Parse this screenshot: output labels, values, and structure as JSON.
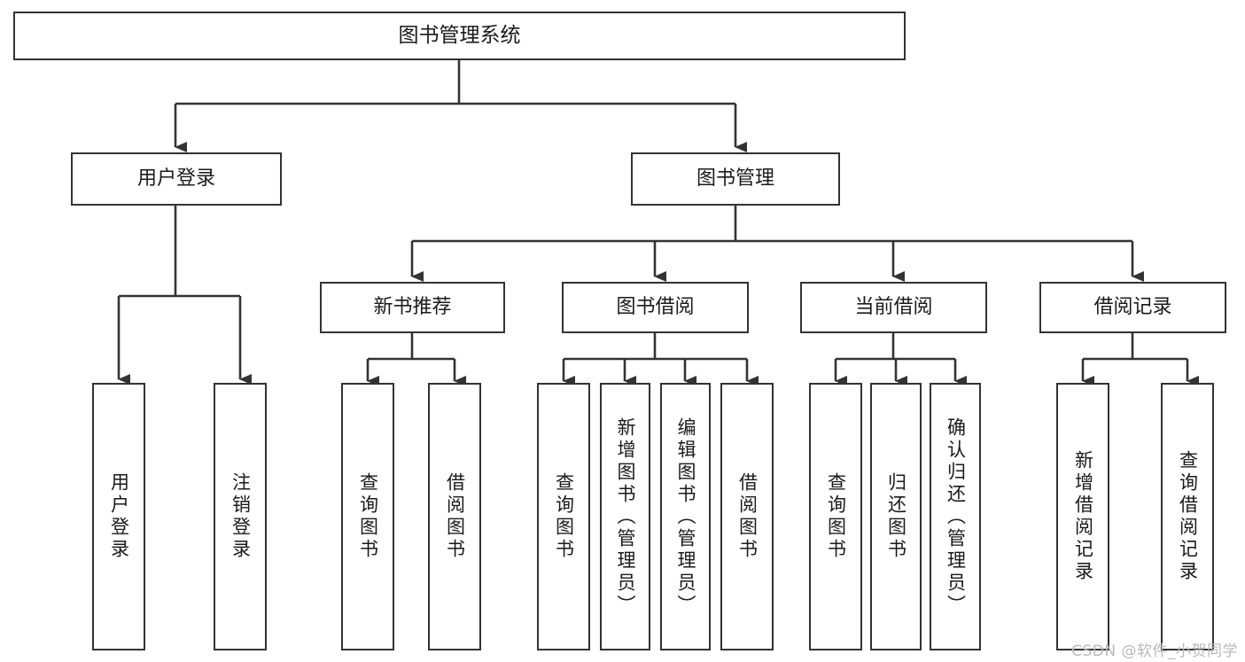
{
  "diagram": {
    "title": "图书管理系统",
    "type": "tree",
    "watermark": "CSDN @软件_小贺同学",
    "colors": {
      "background": "#ffffff",
      "box_border": "#333333",
      "box_fill": "#ffffff",
      "edge": "#333333",
      "text": "#1a1a1a",
      "watermark": "#b9b9b9"
    },
    "root": {
      "label": "图书管理系统",
      "orientation": "horizontal"
    },
    "level2": [
      {
        "label": "用户登录",
        "orientation": "horizontal"
      },
      {
        "label": "图书管理",
        "orientation": "horizontal"
      }
    ],
    "level3": [
      {
        "label": "新书推荐",
        "orientation": "horizontal",
        "parent": "图书管理"
      },
      {
        "label": "图书借阅",
        "orientation": "horizontal",
        "parent": "图书管理"
      },
      {
        "label": "当前借阅",
        "orientation": "horizontal",
        "parent": "图书管理"
      },
      {
        "label": "借阅记录",
        "orientation": "horizontal",
        "parent": "图书管理"
      }
    ],
    "leaves": {
      "用户登录": [
        {
          "label": "用户登录",
          "orientation": "vertical"
        },
        {
          "label": "注销登录",
          "orientation": "vertical"
        }
      ],
      "新书推荐": [
        {
          "label": "查询图书",
          "orientation": "vertical"
        },
        {
          "label": "借阅图书",
          "orientation": "vertical"
        }
      ],
      "图书借阅": [
        {
          "label": "查询图书",
          "orientation": "vertical"
        },
        {
          "label": "新增图书（管理员）",
          "orientation": "vertical"
        },
        {
          "label": "编辑图书（管理员）",
          "orientation": "vertical"
        },
        {
          "label": "借阅图书",
          "orientation": "vertical"
        }
      ],
      "当前借阅": [
        {
          "label": "查询图书",
          "orientation": "vertical"
        },
        {
          "label": "归还图书",
          "orientation": "vertical"
        },
        {
          "label": "确认归还（管理员）",
          "orientation": "vertical"
        }
      ],
      "借阅记录": [
        {
          "label": "新增借阅记录",
          "orientation": "vertical"
        },
        {
          "label": "查询借阅记录",
          "orientation": "vertical"
        }
      ]
    }
  }
}
